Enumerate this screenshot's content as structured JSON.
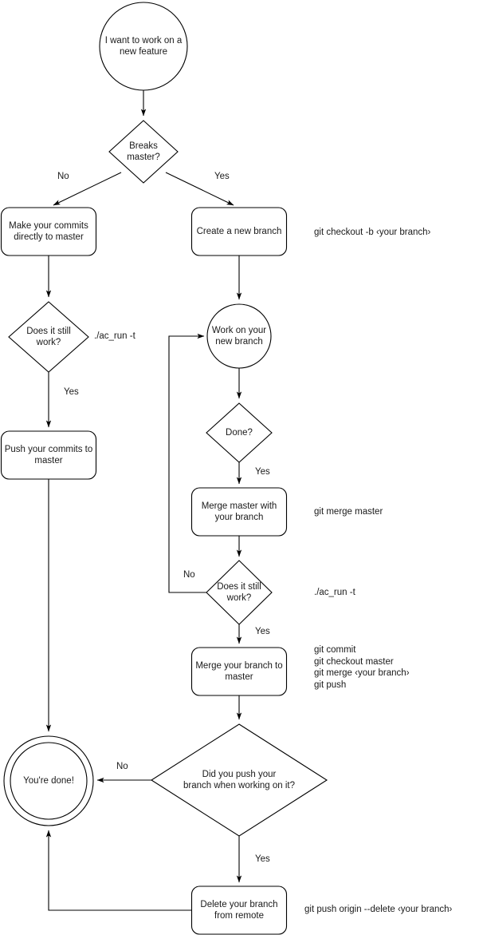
{
  "diagram": {
    "title": "Git branching workflow flowchart",
    "stroke_color": "#000000",
    "fill_color": "#ffffff",
    "text_color": "#1a1a1a",
    "nodes": [
      {
        "id": "start",
        "shape": "circle",
        "label": "I want to work on a\nnew feature"
      },
      {
        "id": "breaks-master",
        "shape": "diamond",
        "label": "Breaks\nmaster?"
      },
      {
        "id": "commit-direct",
        "shape": "rounded-rect",
        "label": "Make your commits\ndirectly to master"
      },
      {
        "id": "create-branch",
        "shape": "rounded-rect",
        "label": "Create a new branch"
      },
      {
        "id": "still-work-left",
        "shape": "diamond",
        "label": "Does it still\nwork?"
      },
      {
        "id": "push-commits",
        "shape": "rounded-rect",
        "label": "Push your commits to\nmaster"
      },
      {
        "id": "work-branch",
        "shape": "circle",
        "label": "Work on your\nnew branch"
      },
      {
        "id": "done-q",
        "shape": "diamond",
        "label": "Done?"
      },
      {
        "id": "merge-master",
        "shape": "rounded-rect",
        "label": "Merge master with\nyour branch"
      },
      {
        "id": "still-work-right",
        "shape": "diamond",
        "label": "Does it still\nwork?"
      },
      {
        "id": "merge-to-master",
        "shape": "rounded-rect",
        "label": "Merge your branch to\nmaster"
      },
      {
        "id": "did-you-push",
        "shape": "diamond",
        "label": "Did you push your\nbranch when working on it?"
      },
      {
        "id": "delete-branch",
        "shape": "rounded-rect",
        "label": "Delete your branch\nfrom remote"
      },
      {
        "id": "youre-done",
        "shape": "double-circle",
        "label": "You're done!"
      }
    ],
    "edge_labels": [
      {
        "id": "breaks-no",
        "text": "No"
      },
      {
        "id": "breaks-yes",
        "text": "Yes"
      },
      {
        "id": "still-work-left-yes",
        "text": "Yes"
      },
      {
        "id": "done-yes",
        "text": "Yes"
      },
      {
        "id": "still-work-right-no",
        "text": "No"
      },
      {
        "id": "still-work-right-yes",
        "text": "Yes"
      },
      {
        "id": "did-push-no",
        "text": "No"
      },
      {
        "id": "did-push-yes",
        "text": "Yes"
      }
    ],
    "annotations": [
      {
        "id": "ann-checkout",
        "text": "git checkout -b ‹your branch›"
      },
      {
        "id": "ann-acrun-left",
        "text": "./ac_run -t"
      },
      {
        "id": "ann-merge",
        "text": "git merge master"
      },
      {
        "id": "ann-acrun-right",
        "text": "./ac_run -t"
      },
      {
        "id": "ann-commit",
        "text": "git commit\ngit checkout master\ngit merge ‹your branch›\ngit push"
      },
      {
        "id": "ann-delete",
        "text": "git push origin --delete ‹your branch›"
      }
    ]
  }
}
